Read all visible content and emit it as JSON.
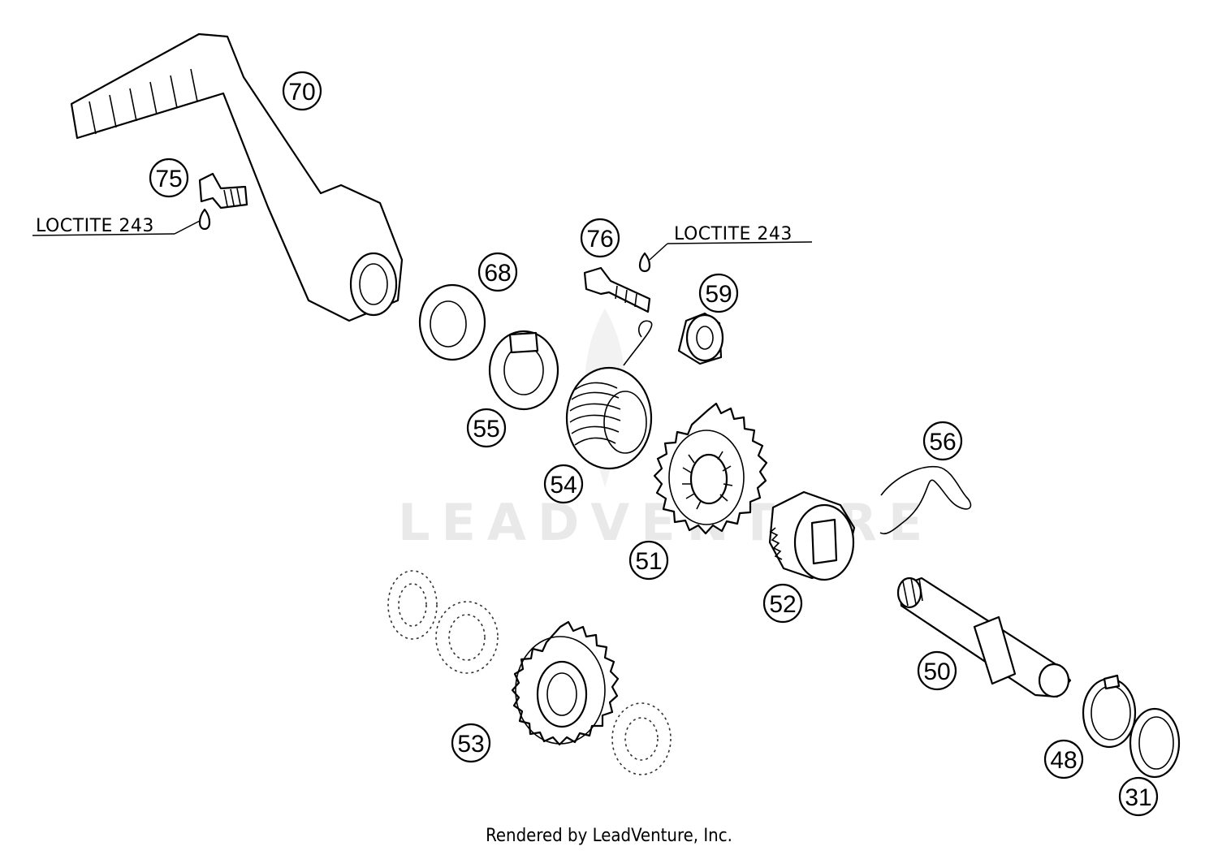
{
  "watermark": "LEADVENTURE",
  "notes": {
    "loctite_left": "LOCTITE 243",
    "loctite_right": "LOCTITE 243"
  },
  "callouts": {
    "c70": "70",
    "c75": "75",
    "c76": "76",
    "c68": "68",
    "c59": "59",
    "c55": "55",
    "c54": "54",
    "c56": "56",
    "c51": "51",
    "c52": "52",
    "c50": "50",
    "c53": "53",
    "c48": "48",
    "c31": "31"
  },
  "footer": {
    "credit": "Rendered by LeadVenture, Inc."
  }
}
